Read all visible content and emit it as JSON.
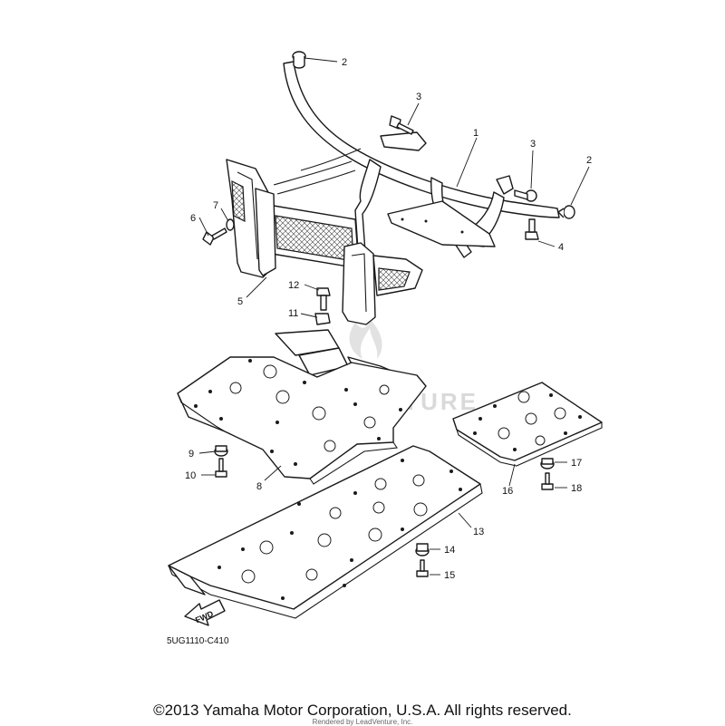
{
  "diagram": {
    "callouts": [
      "1",
      "2",
      "2",
      "3",
      "3",
      "4",
      "5",
      "6",
      "7",
      "8",
      "9",
      "10",
      "11",
      "12",
      "13",
      "14",
      "15",
      "16",
      "17",
      "18"
    ],
    "diagram_code": "5UG1110-C410",
    "fwd_label": "FWD",
    "watermark_text": "LEADVENTURE"
  },
  "footer": {
    "copyright": "©2013 Yamaha Motor Corporation, U.S.A. All rights reserved.",
    "rendered_by": "Rendered by LeadVenture, Inc."
  }
}
